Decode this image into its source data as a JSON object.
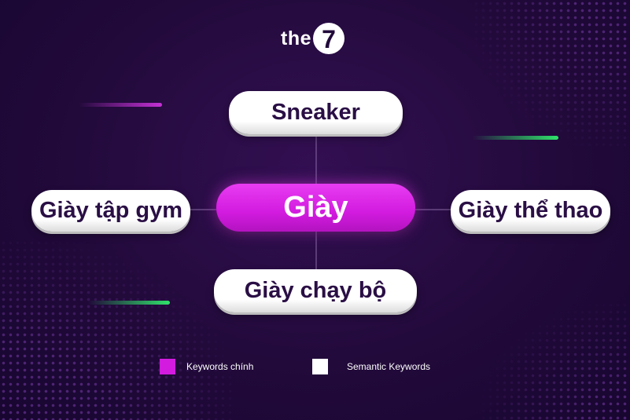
{
  "logo": {
    "text": "the",
    "badge": "7"
  },
  "center_node": {
    "label": "Giày"
  },
  "related_nodes": {
    "top": "Sneaker",
    "left": "Giày tập gym",
    "right": "Giày thể thao",
    "bottom": "Giày chạy bộ"
  },
  "legend": {
    "main": {
      "label": "Keywords chính",
      "color": "#d21bdf"
    },
    "semantic": {
      "label": "Semantic Keywords",
      "color": "#ffffff"
    }
  },
  "colors": {
    "background": "#220a3b",
    "accent_magenta": "#d21bdf",
    "accent_green": "#2fe46a",
    "node_text": "#2a0f45"
  }
}
